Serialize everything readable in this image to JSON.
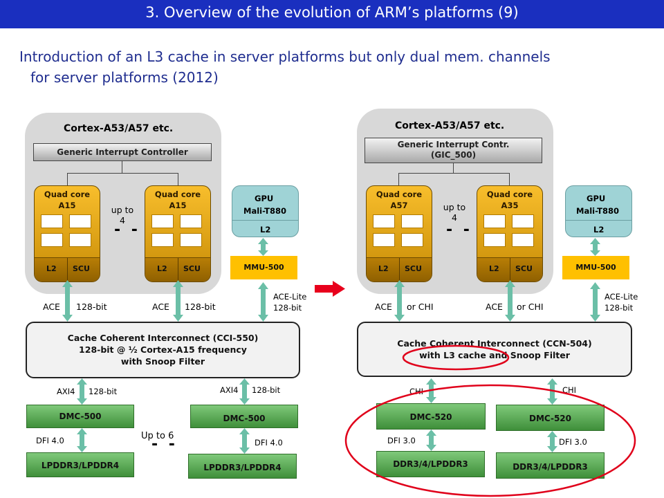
{
  "slide": {
    "title": "3. Overview of the evolution of ARM’s platforms (9)",
    "intro_line1": "Introduction of an L3 cache in server platforms but only dual mem. channels",
    "intro_line2": "for server platforms (2012)"
  },
  "left": {
    "cluster_title": "Cortex-A53/A57  etc.",
    "gic": "Generic Interrupt Controller",
    "core1": {
      "line1": "Quad core",
      "line2": "A15",
      "l2": "L2",
      "scu": "SCU"
    },
    "core2": {
      "line1": "Quad core",
      "line2": "A15",
      "l2": "L2",
      "scu": "SCU"
    },
    "upto_line1": "up to",
    "upto_line2": "4",
    "dashes": "- -",
    "gpu": {
      "title": "GPU",
      "model": "Mali-T880",
      "l2": "L2"
    },
    "mmu": "MMU-500",
    "ace_lite_line1": "ACE-Lite",
    "ace_lite_line2": "128-bit",
    "ace1_a": "ACE",
    "ace1_b": "128-bit",
    "ace2_a": "ACE",
    "ace2_b": "128-bit",
    "cci_line1": "Cache Coherent Interconnect (CCI-550)",
    "cci_line2": "128-bit @ ½ Cortex-A15 frequency",
    "cci_line3": "with Snoop Filter",
    "axi1_a": "AXI4",
    "axi1_b": "128-bit",
    "axi2_a": "AXI4",
    "axi2_b": "128-bit",
    "dmc1": "DMC-500",
    "dmc2": "DMC-500",
    "dfi1": "DFI 4.0",
    "dfi2": "DFI 4.0",
    "upto6": "Up to 6",
    "dashes6": "- -",
    "mem1": "LPDDR3/LPDDR4",
    "mem2": "LPDDR3/LPDDR4"
  },
  "right": {
    "cluster_title": "Cortex-A53/A57  etc.",
    "gic_line1": "Generic Interrupt Contr.",
    "gic_line2": "(GIC_500)",
    "core1": {
      "line1": "Quad core",
      "line2": "A57",
      "l2": "L2",
      "scu": "SCU"
    },
    "core2": {
      "line1": "Quad core",
      "line2": "A35",
      "l2": "L2",
      "scu": "SCU"
    },
    "upto_line1": "up to",
    "upto_line2": "4",
    "dashes": "- -",
    "gpu": {
      "title": "GPU",
      "model": "Mali-T880",
      "l2": "L2"
    },
    "mmu": "MMU-500",
    "ace_lite_line1": "ACE-Lite",
    "ace_lite_line2": "128-bit",
    "ace1_a": "ACE",
    "ace1_b": "or CHI",
    "ace2_a": "ACE",
    "ace2_b": "or CHI",
    "ccn_line1": "Cache Coherent Interconnect (CCN-504)",
    "ccn_line2": "with L3 cache  and Snoop Filter",
    "chi1": "CHI",
    "chi2": "CHI",
    "dmc1": "DMC-520",
    "dmc2": "DMC-520",
    "dfi1": "DFI 3.0",
    "dfi2": "DFI 3.0",
    "mem1": "DDR3/4/LPDDR3",
    "mem2": "DDR3/4/LPDDR3"
  },
  "colors": {
    "title_bar": "#1a2fbf",
    "intro_text": "#1f2d8f",
    "cluster_bg": "#d8d8d8",
    "core_orange": "#f8be2c",
    "gpu_cyan": "#9fd3d6",
    "mmu_yellow": "#ffc000",
    "memory_green": "#5aad55",
    "connector_teal": "#6bbfa7",
    "evolution_arrow": "#e8001c",
    "highlight_ellipse": "#e0001a"
  }
}
